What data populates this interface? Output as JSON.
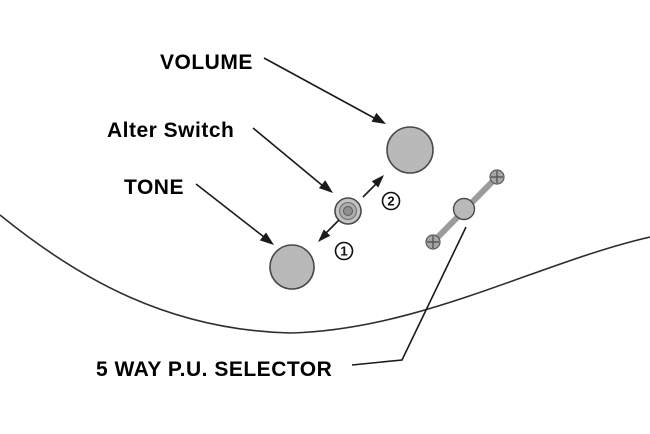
{
  "diagram": {
    "title_context": "guitar-control-layout",
    "labels": {
      "volume": "VOLUME",
      "alter_switch": "Alter Switch",
      "tone": "TONE",
      "selector": "5 WAY P.U. SELECTOR"
    },
    "markers": {
      "step1": "1",
      "step2": "2"
    },
    "colors": {
      "knob_fill": "#b9b9b9",
      "knob_stroke": "#4a4a4a",
      "switch_outer_fill": "#c4c4c4",
      "switch_mid_fill": "#acacac",
      "switch_inner_fill": "#8f8f8f",
      "lever_fill": "#a6a6a6",
      "line_color": "#1a1a1a"
    }
  }
}
